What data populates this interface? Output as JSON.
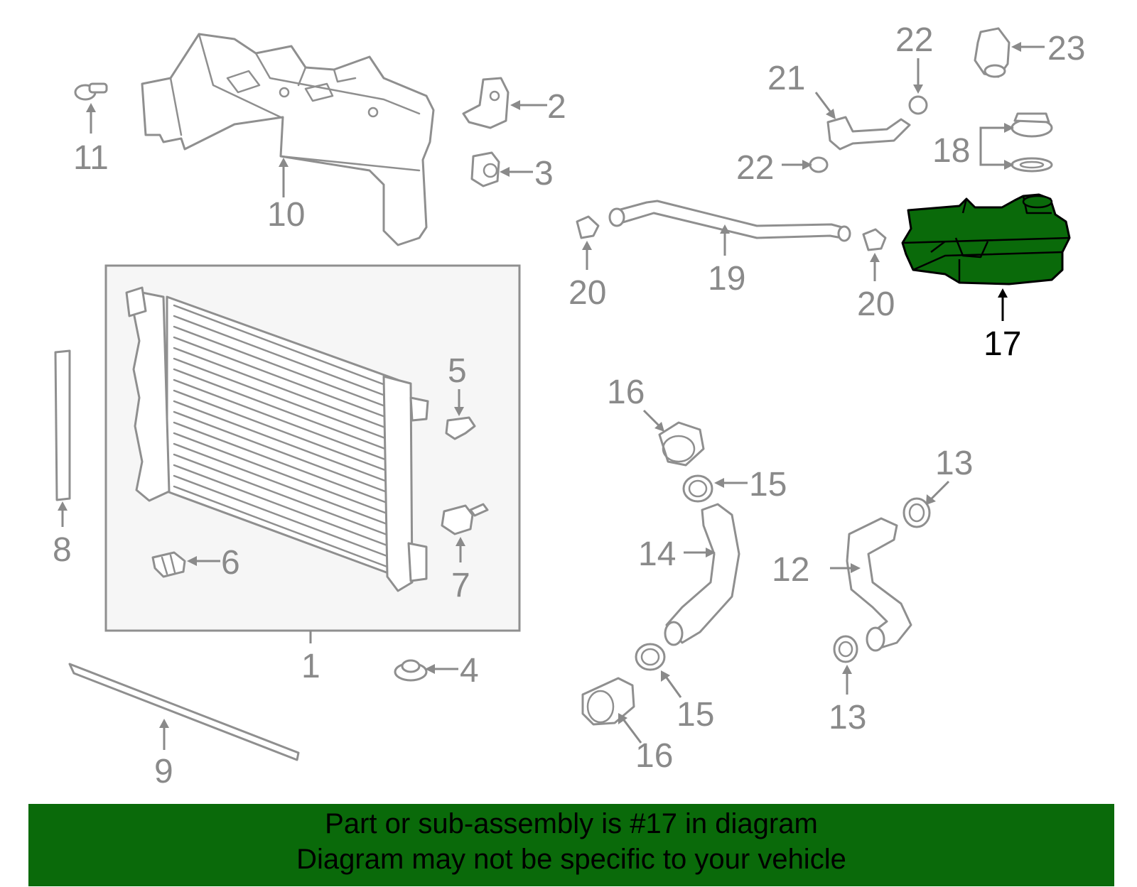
{
  "colors": {
    "part_outline": "#8f8f8f",
    "highlight_fill": "#0a6a0a",
    "banner_bg": "#0a6a0a",
    "callout_gray": "#8a8a8a",
    "callout_highlight": "#000000"
  },
  "highlighted_part": "17",
  "callouts": {
    "c1": "1",
    "c2": "2",
    "c3": "3",
    "c4": "4",
    "c5": "5",
    "c6": "6",
    "c7": "7",
    "c8": "8",
    "c9": "9",
    "c10": "10",
    "c11": "11",
    "c12": "12",
    "c13a": "13",
    "c13b": "13",
    "c14": "14",
    "c15a": "15",
    "c15b": "15",
    "c16a": "16",
    "c16b": "16",
    "c17": "17",
    "c18": "18",
    "c19": "19",
    "c20a": "20",
    "c20b": "20",
    "c21": "21",
    "c22a": "22",
    "c22b": "22",
    "c23": "23"
  },
  "banner": {
    "line1": "Part or sub-assembly is #17 in diagram",
    "line2": "Diagram may not be specific to your vehicle"
  }
}
